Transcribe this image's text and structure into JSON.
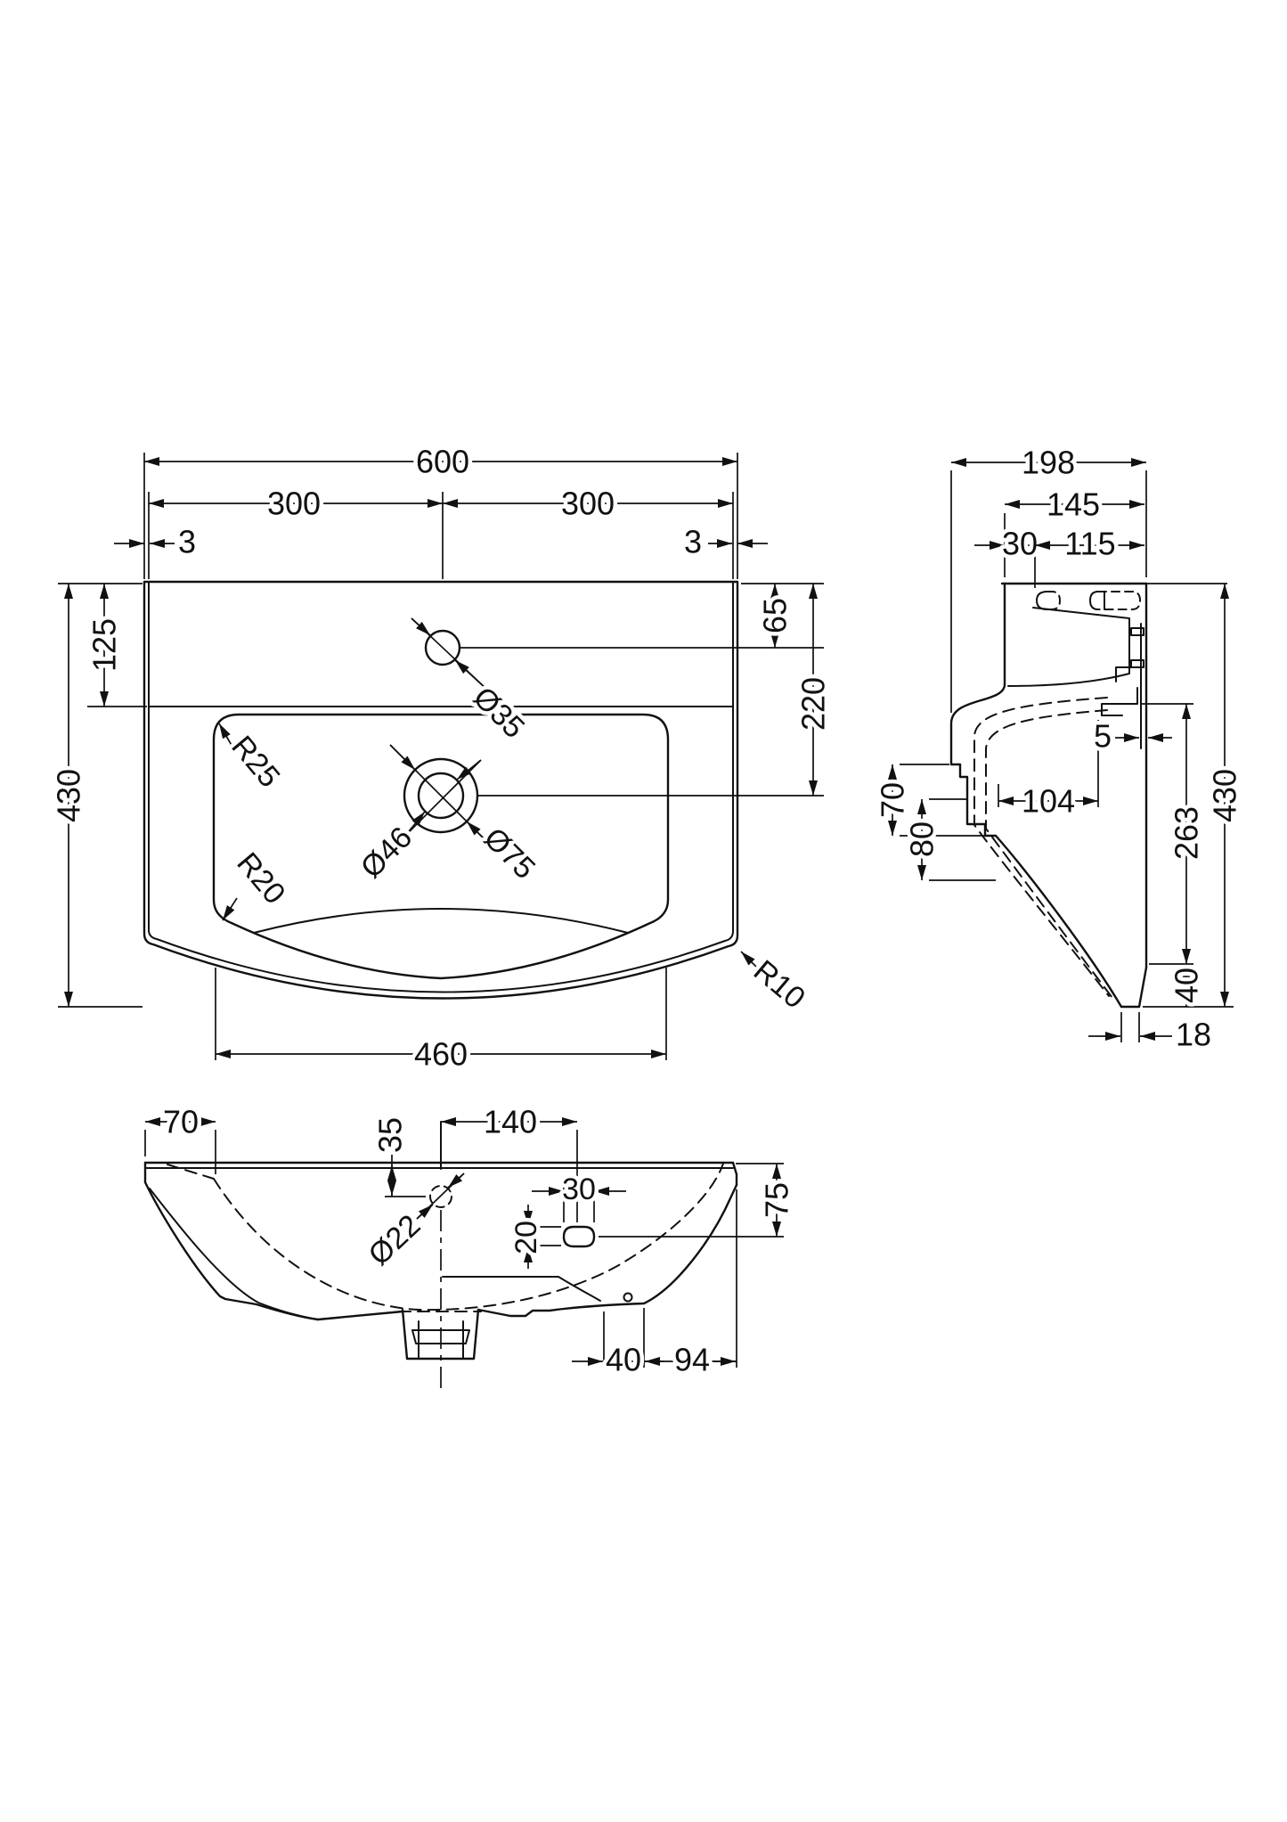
{
  "meta": {
    "drawing_type": "technical-dimension-drawing",
    "subject": "bathroom-basin-three-views",
    "background_color": "#ffffff",
    "line_color": "#111111"
  },
  "plan": {
    "width_total": "600",
    "width_left": "300",
    "width_right": "300",
    "edge_left": "3",
    "edge_right": "3",
    "depth_ledge": "125",
    "depth_total": "430",
    "tap_offset": "65",
    "waste_offset": "220",
    "bowl_width": "460",
    "radius_corner": "R25",
    "radius_bottom": "R20",
    "radius_outer": "R10",
    "tap_hole": "Ø35",
    "waste_inner": "Ø46",
    "waste_outer": "Ø75"
  },
  "side": {
    "depth_total": "198",
    "depth_top": "145",
    "edge_front": "30",
    "depth_back": "115",
    "cavity_width": "104",
    "spout_height": "70",
    "step_height": "80",
    "wall_gap": "5",
    "apron_height": "263",
    "height_total": "430",
    "foot_height": "40",
    "foot_width": "18"
  },
  "front": {
    "edge_left": "70",
    "tap_to_slot": "140",
    "tap_depth": "35",
    "overflow_hole": "Ø22",
    "slot_width": "30",
    "slot_height": "20",
    "slot_depth": "75",
    "outlet_offset": "40",
    "outlet_width": "94"
  }
}
